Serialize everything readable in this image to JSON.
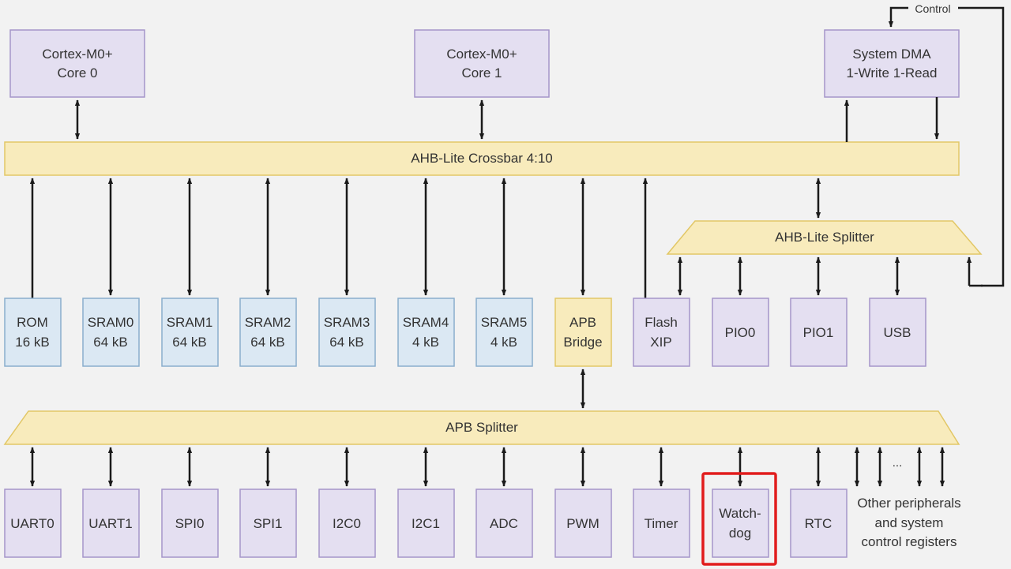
{
  "colors": {
    "background": "#f2f2f2",
    "master_fill": "#e4dff1",
    "master_stroke": "#a595c9",
    "memory_fill": "#dbe8f3",
    "memory_stroke": "#8aaecd",
    "bus_fill": "#f8ebbc",
    "bus_stroke": "#e2c766",
    "periph_fill": "#e4dff1",
    "periph_stroke": "#a595c9",
    "arrow": "#1a1a1a",
    "highlight": "#e11d1d"
  },
  "masters": {
    "core0": [
      "Cortex-M0+",
      "Core 0"
    ],
    "core1": [
      "Cortex-M0+",
      "Core 1"
    ],
    "dma": [
      "System DMA",
      "1-Write 1-Read"
    ]
  },
  "control_label": "Control",
  "crossbar_label": "AHB-Lite Crossbar 4:10",
  "ahb_splitter_label": "AHB-Lite Splitter",
  "apb_splitter_label": "APB Splitter",
  "memories": {
    "rom": [
      "ROM",
      "16 kB"
    ],
    "sram0": [
      "SRAM0",
      "64 kB"
    ],
    "sram1": [
      "SRAM1",
      "64 kB"
    ],
    "sram2": [
      "SRAM2",
      "64 kB"
    ],
    "sram3": [
      "SRAM3",
      "64 kB"
    ],
    "sram4": [
      "SRAM4",
      "4 kB"
    ],
    "sram5": [
      "SRAM5",
      "4 kB"
    ]
  },
  "apb_bridge": [
    "APB",
    "Bridge"
  ],
  "ahb_peripherals": {
    "flash_xip": [
      "Flash",
      "XIP"
    ],
    "pio0": "PIO0",
    "pio1": "PIO1",
    "usb": "USB"
  },
  "apb_peripherals": {
    "uart0": "UART0",
    "uart1": "UART1",
    "spi0": "SPI0",
    "spi1": "SPI1",
    "i2c0": "I2C0",
    "i2c1": "I2C1",
    "adc": "ADC",
    "pwm": "PWM",
    "timer": "Timer",
    "watchdog": [
      "Watch-",
      "dog"
    ],
    "rtc": "RTC"
  },
  "ellipsis": "...",
  "other_peripherals": [
    "Other peripherals",
    "and system",
    "control registers"
  ]
}
